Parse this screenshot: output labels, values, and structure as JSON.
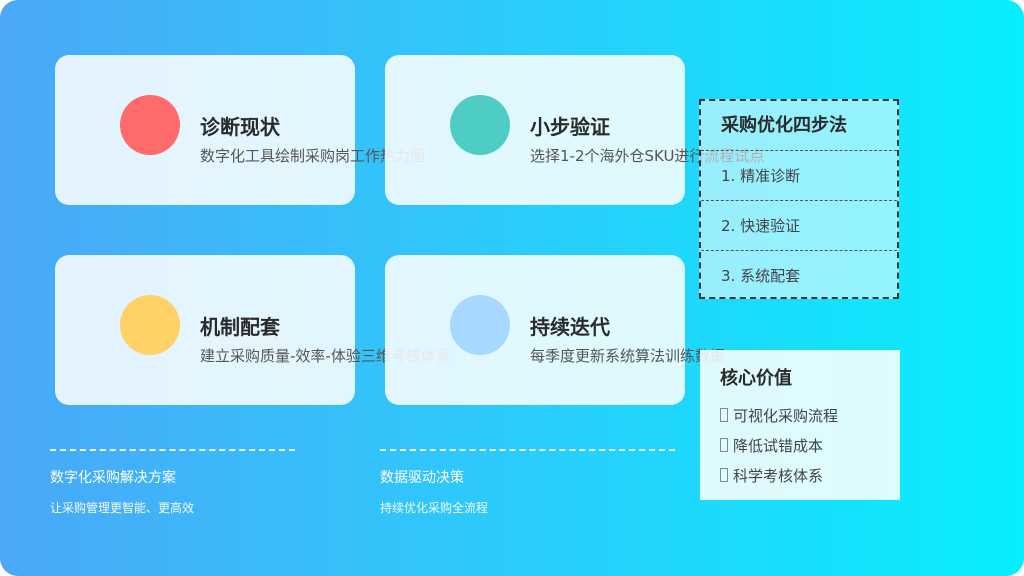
{
  "cards": [
    {
      "title": "诊断现状",
      "desc": "数字化工具绘制采购岗工作热力图",
      "color": "#ff6b6b"
    },
    {
      "title": "小步验证",
      "desc": "选择1-2个海外仓SKU进行流程试点",
      "color": "#4ecdc4"
    },
    {
      "title": "机制配套",
      "desc": "建立采购质量-效率-体验三维考核体系",
      "color": "#ffd166"
    },
    {
      "title": "持续迭代",
      "desc": "每季度更新系统算法训练数据",
      "color": "#a8d8ff"
    }
  ],
  "steps": {
    "title": "采购优化四步法",
    "items": [
      "1. 精准诊断",
      "2. 快速验证",
      "3. 系统配套"
    ]
  },
  "value": {
    "title": "核心价值",
    "items": [
      "可视化采购流程",
      "降低试错成本",
      "科学考核体系"
    ]
  },
  "footer": [
    {
      "title": "数字化采购解决方案",
      "sub": "让采购管理更智能、更高效"
    },
    {
      "title": "数据驱动决策",
      "sub": "持续优化采购全流程"
    }
  ]
}
